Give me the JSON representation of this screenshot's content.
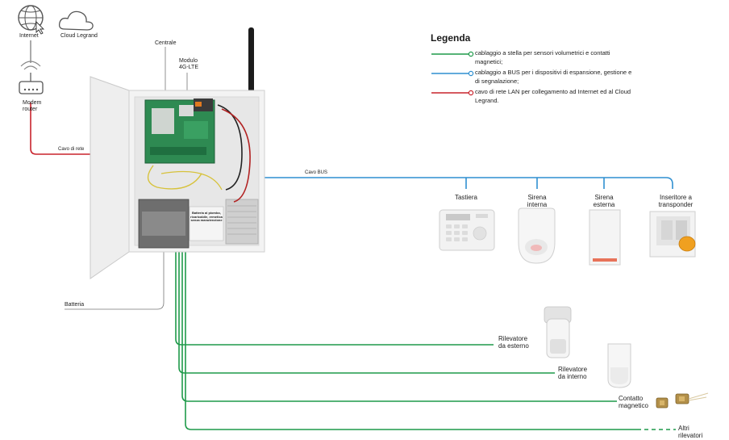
{
  "legend": {
    "title": "Legenda",
    "items": [
      {
        "text": "cablaggio a stella per sensori volumetrici e contatti magnetici;",
        "color": "#1f9a4a"
      },
      {
        "text": "cablaggio a BUS per i dispositivi di espansione, gestione e di segnalazione;",
        "color": "#2f8fd0"
      },
      {
        "text": "cavo di rete LAN per collegamento ad Internet ed al Cloud Legrand.",
        "color": "#c8232c"
      }
    ]
  },
  "top": {
    "internet": "Internet",
    "cloud": "Cloud Legrand",
    "modem": "Modem router",
    "centrale": "Centrale",
    "modulo": "Modulo 4G-LTE",
    "cavo_rete": "Cavo di rete",
    "cavo_bus": "Cavo BUS",
    "batteria": "Batteria"
  },
  "battery_label": "Batteria al piombo, ricaricabile, ermetica senza manutenzione",
  "bus_devices": [
    {
      "name": "Tastiera"
    },
    {
      "name": "Sirena interna"
    },
    {
      "name": "Sirena esterna"
    },
    {
      "name": "Inseritore a transponder"
    }
  ],
  "star_devices": [
    {
      "name": "Rilevatore da esterno"
    },
    {
      "name": "Rilevatore da interno"
    },
    {
      "name": "Contatto magnetico"
    },
    {
      "name": "Altri rilevatori"
    }
  ],
  "colors": {
    "green": "#1f9a4a",
    "blue": "#2f8fd0",
    "red": "#c8232c",
    "gray_line": "#666666"
  }
}
